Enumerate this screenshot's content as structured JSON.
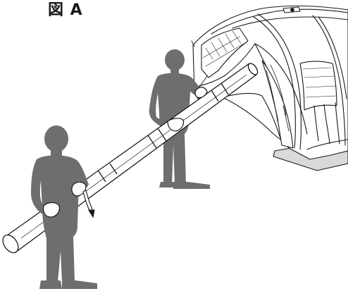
{
  "figure": {
    "label": "図 A"
  },
  "colors": {
    "figure_fill": "#6e6e6e",
    "outline": "#1a1a1a",
    "tent_fill": "#ffffff",
    "ground_sheet": "#d9d9d9",
    "pole_fill": "#ffffff"
  },
  "icons": {
    "front_person": "person-silhouette-icon",
    "rear_person": "person-silhouette-icon",
    "tent": "tent-illustration",
    "pole": "tent-pole-illustration"
  }
}
